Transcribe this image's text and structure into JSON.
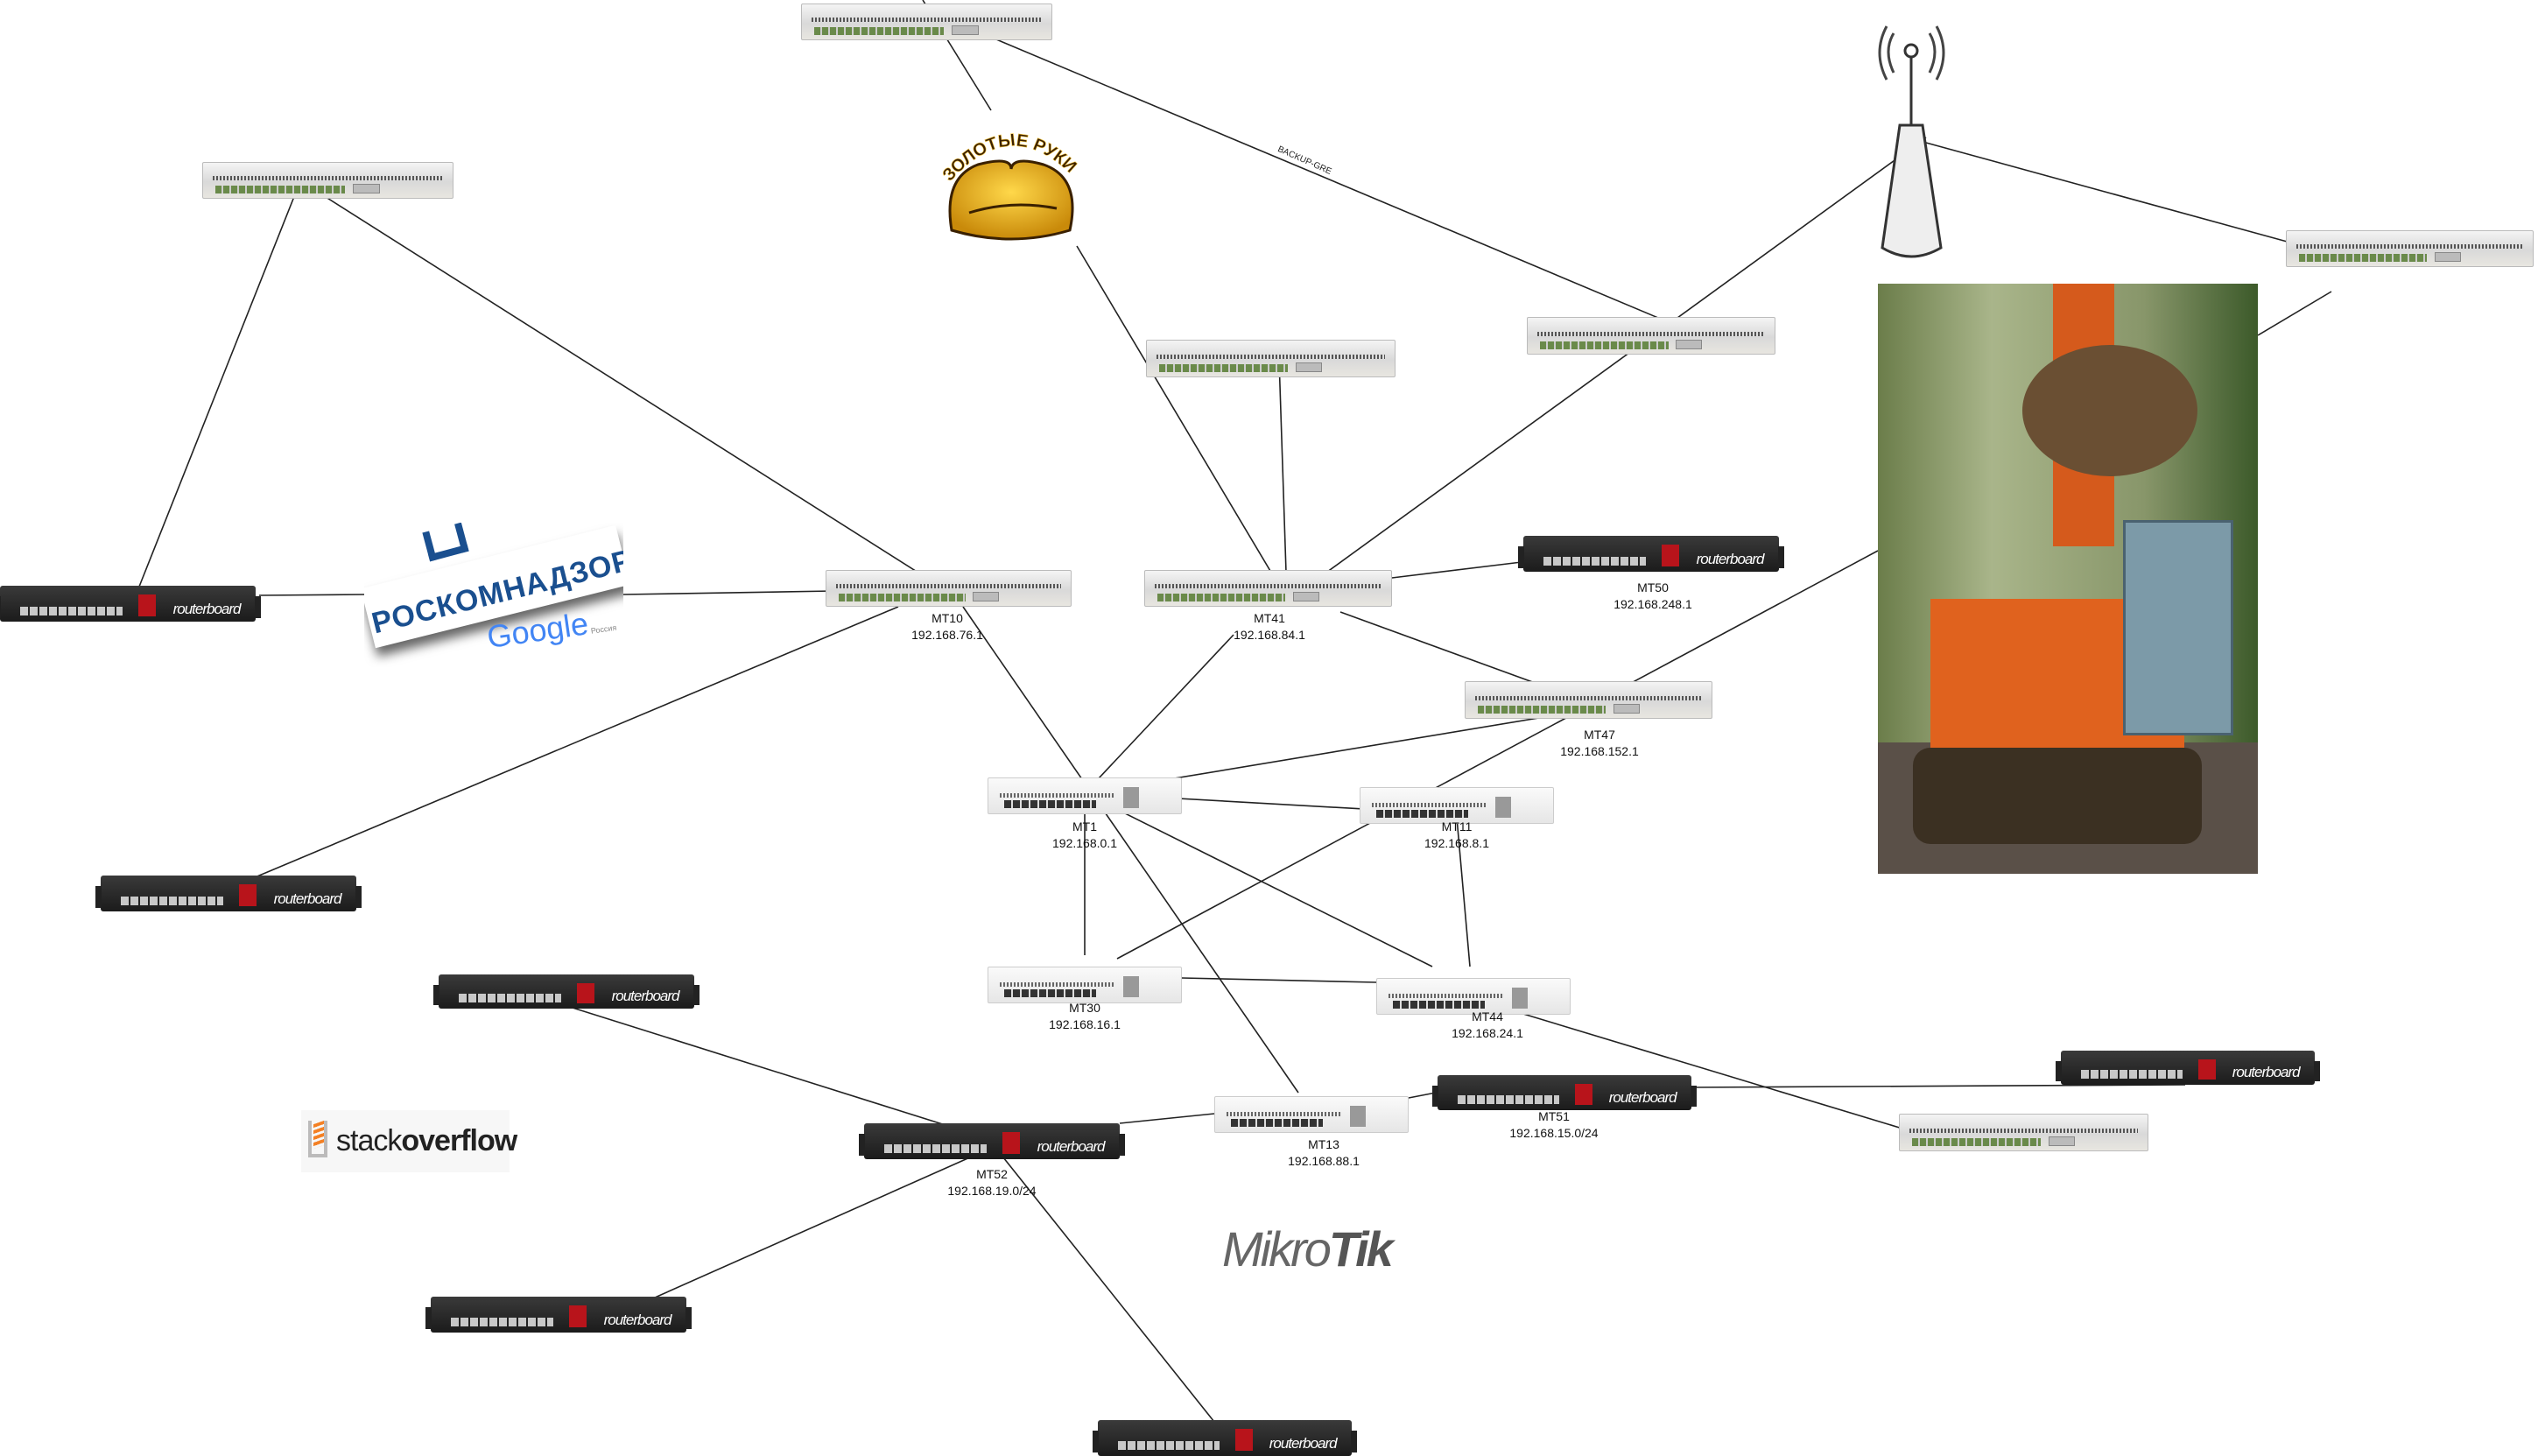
{
  "diagram": {
    "link_label": "BACKUP-GRE",
    "device_brand": "routerboard",
    "devices": [
      {
        "name": "MT10",
        "ip": "192.168.76.1"
      },
      {
        "name": "MT41",
        "ip": "192.168.84.1"
      },
      {
        "name": "MT50",
        "ip": "192.168.248.1"
      },
      {
        "name": "MT47",
        "ip": "192.168.152.1"
      },
      {
        "name": "MT1",
        "ip": "192.168.0.1"
      },
      {
        "name": "MT11",
        "ip": "192.168.8.1"
      },
      {
        "name": "MT30",
        "ip": "192.168.16.1"
      },
      {
        "name": "MT44",
        "ip": "192.168.24.1"
      },
      {
        "name": "MT13",
        "ip": "192.168.88.1"
      },
      {
        "name": "MT51",
        "ip": "192.168.15.0/24"
      },
      {
        "name": "MT52",
        "ip": "192.168.19.0/24"
      }
    ]
  },
  "logos": {
    "golden_hands": "ЗОЛОТЫЕ РУКИ",
    "roskomnadzor": "РОСКОМНАДЗОР",
    "google": "Google",
    "google_sub": "Россия",
    "stackoverflow_a": "stack",
    "stackoverflow_b": "overflow",
    "mikrotik_a": "Mikro",
    "mikrotik_b": "Tik"
  },
  "colors": {
    "rb_red": "#b8141b",
    "rkn_blue": "#1a4f8f",
    "so_orange": "#f48024"
  }
}
